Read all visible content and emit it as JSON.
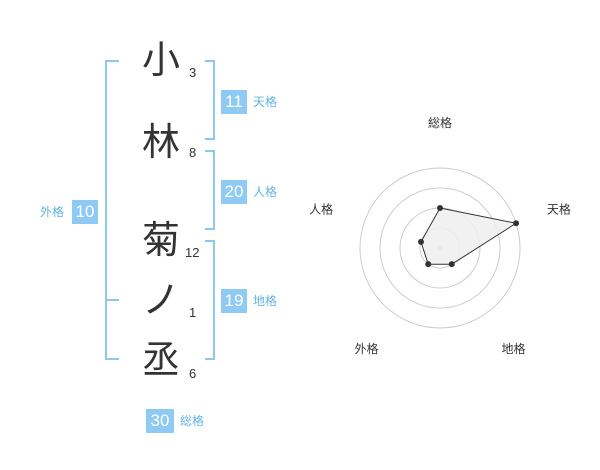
{
  "name_chars": [
    {
      "char": "小",
      "strokes": "3"
    },
    {
      "char": "林",
      "strokes": "8"
    },
    {
      "char": "菊",
      "strokes": "12"
    },
    {
      "char": "ノ",
      "strokes": "1"
    },
    {
      "char": "丞",
      "strokes": "6"
    }
  ],
  "kakusu": {
    "tenkaku": {
      "value": "11",
      "label": "天格"
    },
    "jinkaku": {
      "value": "20",
      "label": "人格"
    },
    "chikaku": {
      "value": "19",
      "label": "地格"
    },
    "gaikaku": {
      "value": "10",
      "label": "外格"
    },
    "soukaku": {
      "value": "30",
      "label": "総格"
    }
  },
  "colors": {
    "accent": "#8ecaf3",
    "bracket": "#8cc8f0",
    "label": "#63b3e6",
    "text": "#333333"
  },
  "chart_data": {
    "type": "radar",
    "axes": [
      "総格",
      "天格",
      "地格",
      "外格",
      "人格"
    ],
    "values": [
      2,
      4,
      1,
      1,
      1
    ],
    "rlim": [
      0,
      4
    ],
    "rings": 4,
    "grid": true,
    "fill": "#eeeeee",
    "stroke": "#333333"
  }
}
